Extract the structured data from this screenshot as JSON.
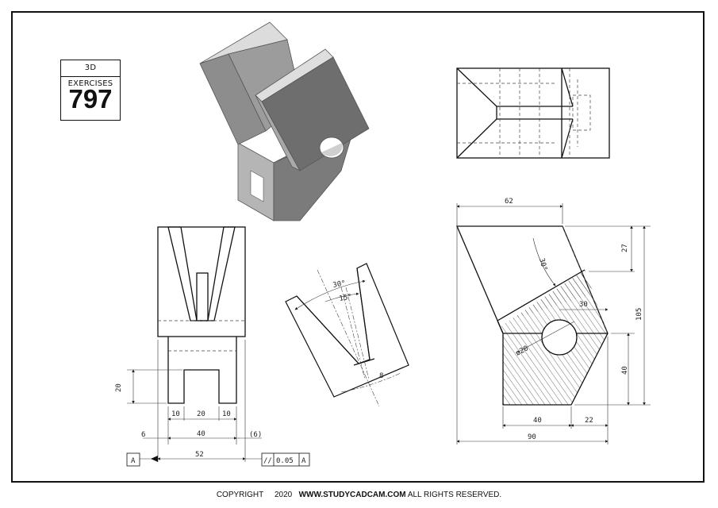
{
  "badge": {
    "label": "3D EXERCISES",
    "number": "797"
  },
  "dimensions": {
    "d62": "62",
    "d27": "27",
    "d30deg_right": "30°",
    "d30_hole": "30",
    "d105": "105",
    "d20dia": "ø20",
    "d40_right": "40",
    "d40_bottom": "40",
    "d22": "22",
    "d90": "90",
    "d20_left": "20",
    "d10a": "10",
    "d20_mid": "20",
    "d10b": "10",
    "d6": "6",
    "d40_front": "40",
    "d6_paren": "(6)",
    "d52": "52",
    "d30deg_detail": "30°",
    "d15deg": "15°",
    "d8": "8"
  },
  "datum": {
    "label": "A",
    "tolerance_symbol": "//",
    "tolerance_value": "0.05",
    "tolerance_ref": "A"
  },
  "footer": {
    "copyright": "COPYRIGHT",
    "year": "2020",
    "url": "WWW.STUDYCADCAM.COM",
    "rights": "ALL RIGHTS RESERVED."
  }
}
